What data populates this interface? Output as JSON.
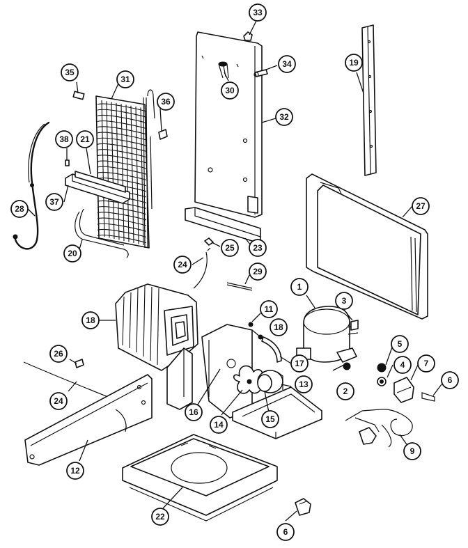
{
  "callouts": [
    {
      "id": "c1",
      "label": "1"
    },
    {
      "id": "c2",
      "label": "2"
    },
    {
      "id": "c3",
      "label": "3"
    },
    {
      "id": "c4",
      "label": "4"
    },
    {
      "id": "c5",
      "label": "5"
    },
    {
      "id": "c6a",
      "label": "6"
    },
    {
      "id": "c6b",
      "label": "6"
    },
    {
      "id": "c7",
      "label": "7"
    },
    {
      "id": "c9",
      "label": "9"
    },
    {
      "id": "c11",
      "label": "11"
    },
    {
      "id": "c12",
      "label": "12"
    },
    {
      "id": "c13",
      "label": "13"
    },
    {
      "id": "c14",
      "label": "14"
    },
    {
      "id": "c15",
      "label": "15"
    },
    {
      "id": "c16",
      "label": "16"
    },
    {
      "id": "c17",
      "label": "17"
    },
    {
      "id": "c18a",
      "label": "18"
    },
    {
      "id": "c18b",
      "label": "18"
    },
    {
      "id": "c19",
      "label": "19"
    },
    {
      "id": "c20",
      "label": "20"
    },
    {
      "id": "c21",
      "label": "21"
    },
    {
      "id": "c22",
      "label": "22"
    },
    {
      "id": "c23",
      "label": "23"
    },
    {
      "id": "c24a",
      "label": "24"
    },
    {
      "id": "c24b",
      "label": "24"
    },
    {
      "id": "c25",
      "label": "25"
    },
    {
      "id": "c26",
      "label": "26"
    },
    {
      "id": "c27",
      "label": "27"
    },
    {
      "id": "c28",
      "label": "28"
    },
    {
      "id": "c29",
      "label": "29"
    },
    {
      "id": "c30",
      "label": "30"
    },
    {
      "id": "c31",
      "label": "31"
    },
    {
      "id": "c32",
      "label": "32"
    },
    {
      "id": "c33",
      "label": "33"
    },
    {
      "id": "c34",
      "label": "34"
    },
    {
      "id": "c35",
      "label": "35"
    },
    {
      "id": "c36",
      "label": "36"
    },
    {
      "id": "c37",
      "label": "37"
    },
    {
      "id": "c38",
      "label": "38"
    }
  ],
  "colors": {
    "ink": "#111111",
    "paper": "#ffffff"
  }
}
